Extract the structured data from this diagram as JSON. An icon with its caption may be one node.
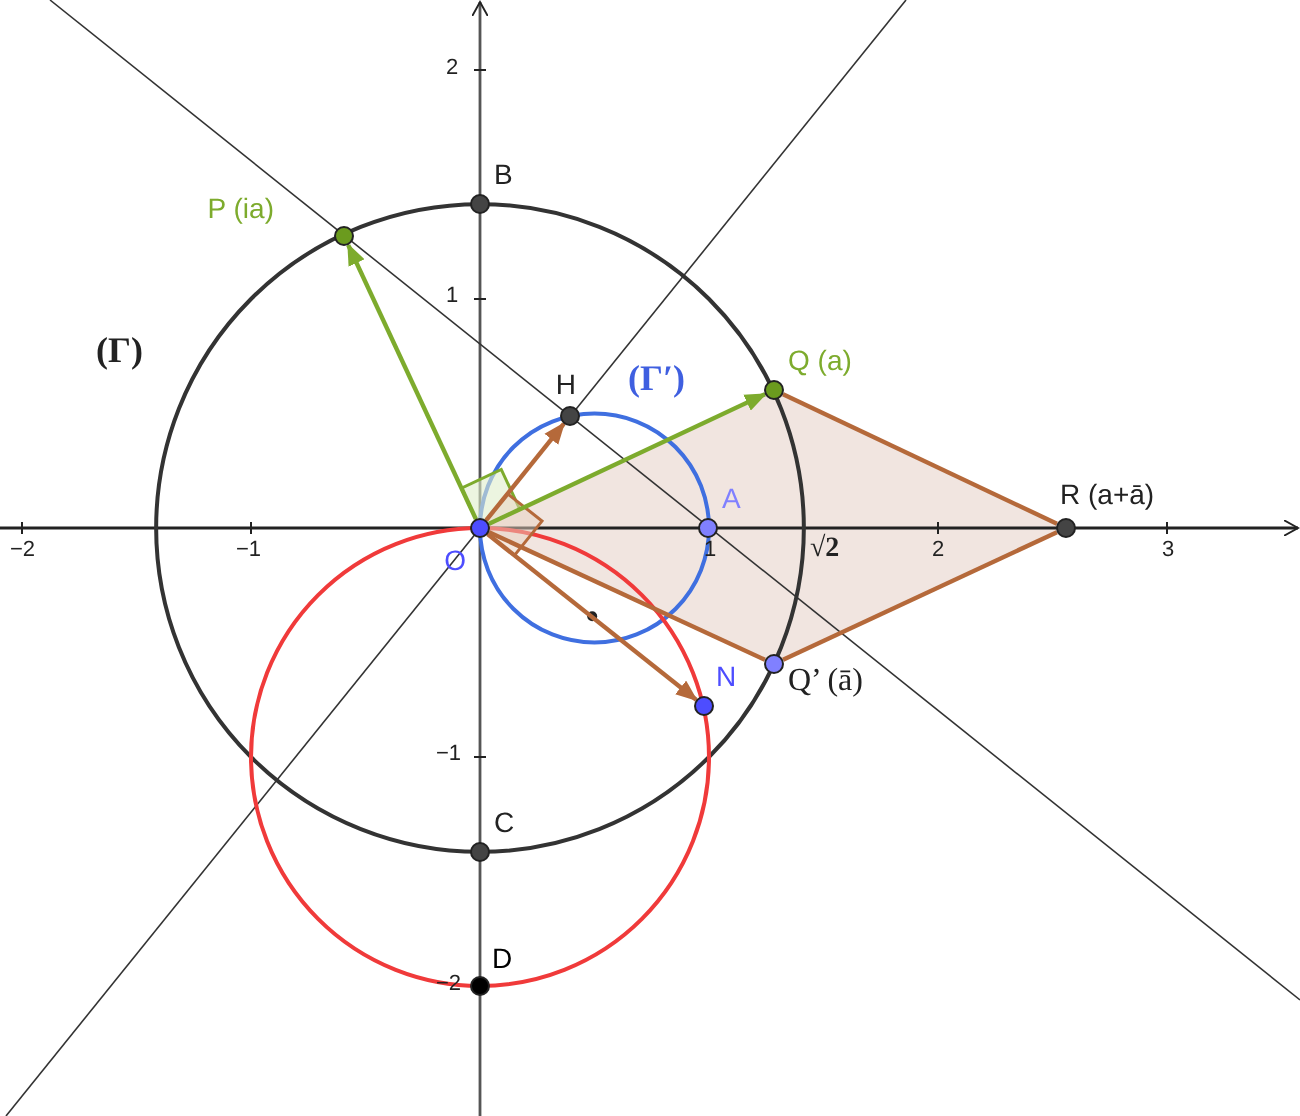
{
  "diagram": {
    "nodes": [
      {
        "text": [
          "O"
        ]
      },
      {
        "text": [
          "A"
        ]
      },
      {
        "text": [
          "B"
        ]
      },
      {
        "text": [
          "C"
        ]
      },
      {
        "text": [
          "D"
        ]
      },
      {
        "text": [
          "H"
        ]
      },
      {
        "text": [
          "N"
        ]
      },
      {
        "text": [
          "P (ia)"
        ]
      },
      {
        "text": [
          "Q (a)"
        ]
      },
      {
        "text": [
          "R (a+ā)"
        ]
      },
      {
        "text": [
          "Q’ (ā)"
        ]
      }
    ],
    "edges": [
      {
        "from": 0,
        "to": 7,
        "arrow": "to",
        "color": "#7dab2d"
      },
      {
        "from": 0,
        "to": 8,
        "arrow": "to",
        "color": "#7dab2d"
      },
      {
        "from": 0,
        "to": 5,
        "arrow": "to"
      },
      {
        "from": 0,
        "to": 6,
        "arrow": "to"
      },
      {
        "from": 8,
        "to": 9,
        "arrow": "none"
      },
      {
        "from": 9,
        "to": 10,
        "arrow": "none"
      },
      {
        "from": 10,
        "to": 0,
        "arrow": "none"
      }
    ],
    "labels": [
      "2",
      "1",
      "(Γ)",
      "(Γ′)",
      "−2",
      "−1",
      "1",
      "√2",
      "2",
      "3",
      "−1",
      "−2"
    ]
  }
}
